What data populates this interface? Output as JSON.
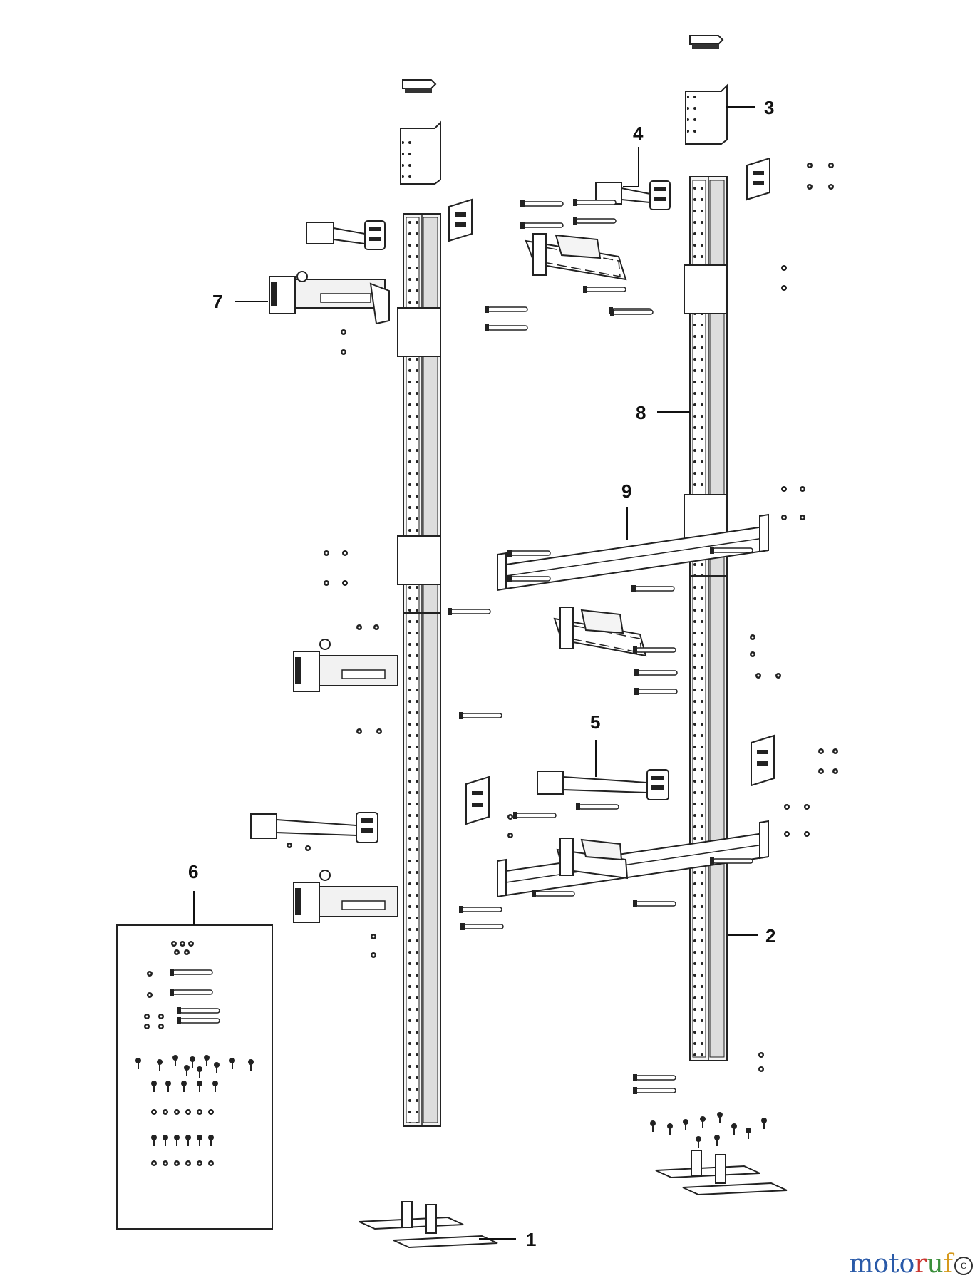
{
  "callouts": {
    "c1": "1",
    "c2": "2",
    "c3": "3",
    "c4": "4",
    "c5": "5",
    "c6": "6",
    "c7": "7",
    "c8": "8",
    "c9": "9"
  },
  "watermark": {
    "text": "motoruf",
    "letters": [
      "m",
      "o",
      "t",
      "o",
      "r",
      "u",
      "f"
    ],
    "colors": [
      "#2a5aa8",
      "#2a5aa8",
      "#2a5aa8",
      "#2a5aa8",
      "#c9342e",
      "#3b8f3b",
      "#d69a1c"
    ],
    "badge": "c"
  }
}
